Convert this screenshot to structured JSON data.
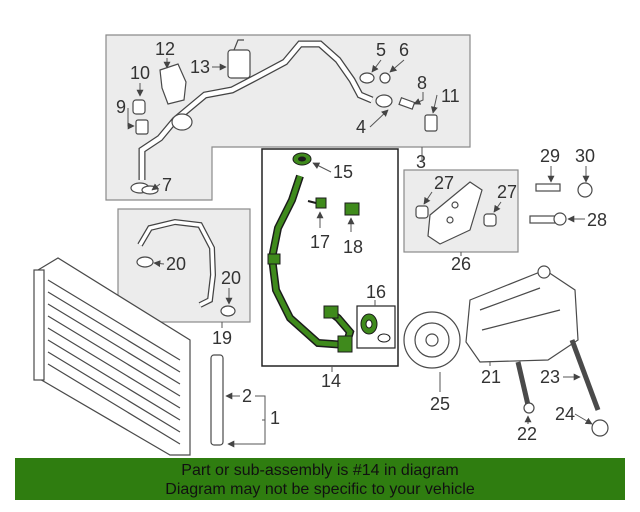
{
  "diagram": {
    "callouts": [
      "1",
      "2",
      "3",
      "4",
      "5",
      "6",
      "7",
      "8",
      "9",
      "10",
      "11",
      "12",
      "13",
      "14",
      "15",
      "16",
      "17",
      "18",
      "19",
      "20",
      "20",
      "21",
      "22",
      "23",
      "24",
      "25",
      "26",
      "27",
      "27",
      "28",
      "29",
      "30"
    ],
    "highlight_color": "#3f8a1c",
    "highlighted_part": "14"
  },
  "banner": {
    "line1": "Part or sub-assembly is #14 in diagram",
    "line2": "Diagram may not be specific to your vehicle",
    "background": "#2f7d10"
  }
}
